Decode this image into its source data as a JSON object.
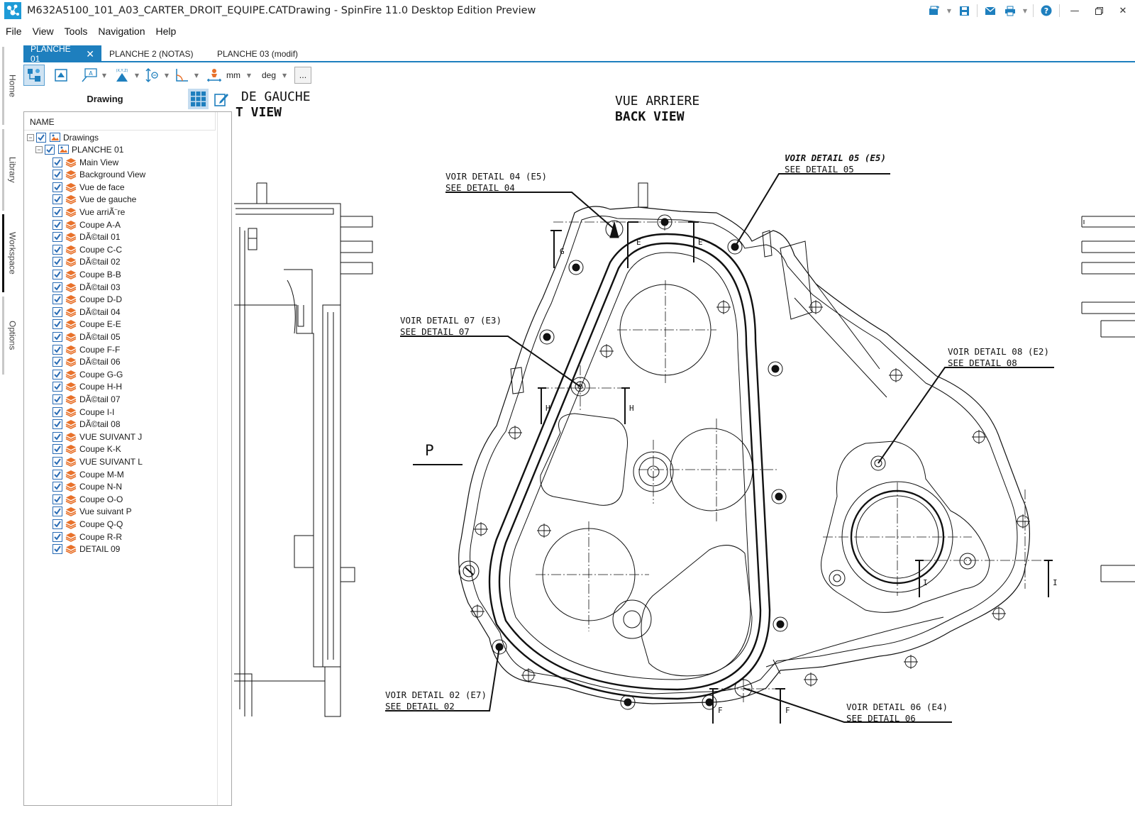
{
  "window": {
    "title": "M632A5100_101_A03_CARTER_DROIT_EQUIPE.CATDrawing - SpinFire 11.0 Desktop Edition Preview"
  },
  "menu": [
    "File",
    "View",
    "Tools",
    "Navigation",
    "Help"
  ],
  "side_tabs": [
    "Home",
    "Library",
    "Workspace",
    "Options"
  ],
  "doc_tabs": [
    {
      "label": "PLANCHE 01",
      "active": true
    },
    {
      "label": "PLANCHE 2 (NOTAS)",
      "active": false
    },
    {
      "label": "PLANCHE 03 (modif)",
      "active": false
    }
  ],
  "toolbar": {
    "length_unit": "mm",
    "angle_unit": "deg",
    "more_label": "..."
  },
  "panel": {
    "title": "Drawing",
    "column_header": "NAME"
  },
  "tree": {
    "root": "Drawings",
    "sheet": "PLANCHE 01",
    "items": [
      "Main View",
      "Background View",
      "Vue de face",
      "Vue de gauche",
      "Vue arriÃ¨re",
      "Coupe A-A",
      "DÃ©tail 01",
      "Coupe C-C",
      "DÃ©tail 02",
      "Coupe B-B",
      "DÃ©tail 03",
      "Coupe D-D",
      "DÃ©tail 04",
      "Coupe E-E",
      "DÃ©tail 05",
      "Coupe F-F",
      "DÃ©tail 06",
      "Coupe G-G",
      "Coupe H-H",
      "DÃ©tail 07",
      "Coupe I-I",
      "DÃ©tail 08",
      "VUE SUIVANT J",
      "Coupe K-K",
      "VUE SUIVANT L",
      "Coupe M-M",
      "Coupe N-N",
      "Coupe O-O",
      "Vue suivant P",
      "Coupe Q-Q",
      "Coupe R-R",
      "DETAIL 09"
    ]
  },
  "drawing": {
    "left_view_title_1": "DE GAUCHE",
    "left_view_title_2": "T VIEW",
    "back_view_title_1": "VUE ARRIERE",
    "back_view_title_2": "BACK VIEW",
    "callouts": {
      "d04_a": "VOIR DETAIL 04 (E5)",
      "d04_b": "SEE DETAIL 04",
      "d05_a": "VOIR DETAIL 05 (E5)",
      "d05_b": "SEE DETAIL 05",
      "d07_a": "VOIR DETAIL 07 (E3)",
      "d07_b": "SEE DETAIL 07",
      "d08_a": "VOIR DETAIL 08 (E2)",
      "d08_b": "SEE DETAIL 08",
      "d02_a": "VOIR DETAIL 02 (E7)",
      "d02_b": "SEE DETAIL 02",
      "d06_a": "VOIR DETAIL 06 (E4)",
      "d06_b": "SEE DETAIL 06"
    },
    "view_letter_p": "P",
    "section_letters": {
      "g": "G",
      "e1": "E",
      "e2": "E",
      "h1": "H",
      "h2": "H",
      "i1": "I",
      "i2": "I",
      "f1": "F",
      "f2": "F"
    }
  },
  "colors": {
    "accent": "#1e7fbe",
    "layer_icon": "#e8712a",
    "checkbox": "#2a6cb5"
  }
}
